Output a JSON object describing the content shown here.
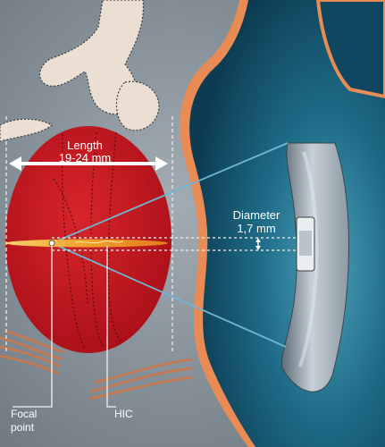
{
  "labels": {
    "length_title": "Length",
    "length_value": "19-24 mm",
    "diameter_title": "Diameter",
    "diameter_value": "1,7 mm",
    "focal_line1": "Focal",
    "focal_line2": "point",
    "hic": "HIC"
  },
  "colors": {
    "background": "#7f8a93",
    "tissue_red": "#c8141c",
    "transducer_teal": "#1f6b87",
    "transducer_rim": "#e98b55",
    "bone_beige": "#eadfd2",
    "beam_lines": "#6fb7d3",
    "lesion_yellow": "#f2b233",
    "label_text": "#ffffff"
  }
}
